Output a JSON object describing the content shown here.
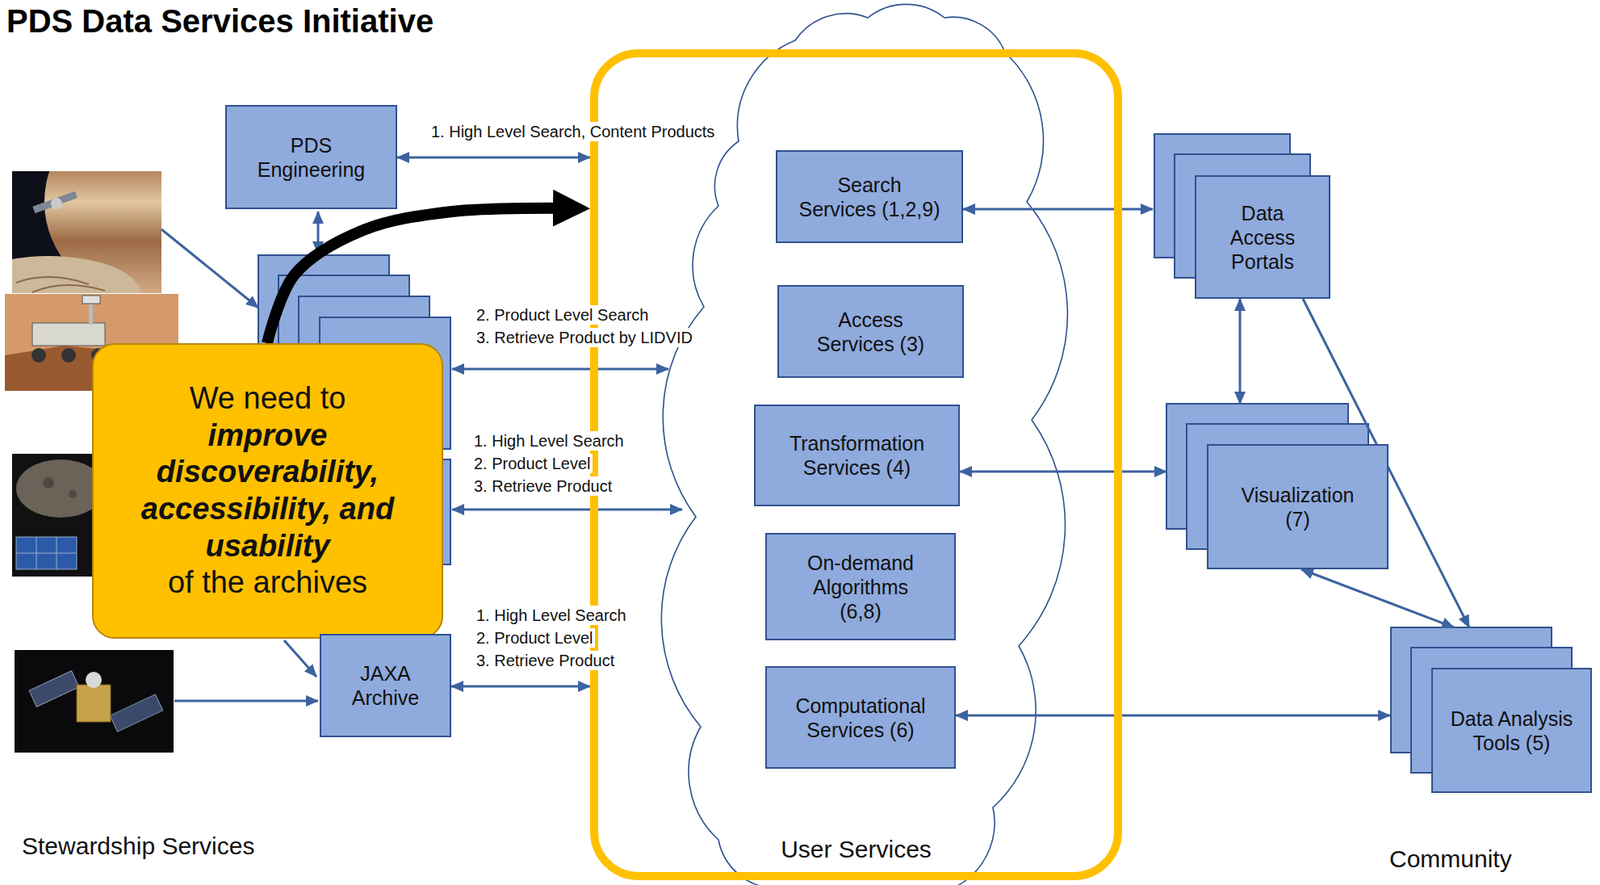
{
  "diagram": {
    "title": "PDS Data Services Initiative",
    "nodes": [
      {
        "text": [
          "PDS Engineering"
        ]
      },
      {
        "text": [
          "We need to",
          "improve discoverability, accessibility, and usability",
          "of the archives"
        ]
      },
      {
        "text": [
          "JAXA Archive"
        ]
      },
      {
        "text": [
          "User Services"
        ]
      },
      {
        "text": [
          "Search Services (1,2,9)"
        ],
        "in": 3
      },
      {
        "text": [
          "Access Services (3)"
        ],
        "in": 3
      },
      {
        "text": [
          "Transformation Services (4)"
        ],
        "in": 3
      },
      {
        "text": [
          "On-demand Algorithms (6,8)"
        ],
        "in": 3
      },
      {
        "text": [
          "Computational Services (6)"
        ],
        "in": 3
      },
      {
        "text": [
          "Data Access Portals"
        ]
      },
      {
        "text": [
          "Visualization (7)"
        ]
      },
      {
        "text": [
          "Data Analysis Tools (5)"
        ]
      }
    ],
    "edges": [
      {
        "from": 0,
        "to": 3,
        "arrow": "both",
        "label": "1. High Level Search, Content Products"
      },
      {
        "from": 1,
        "to": 3,
        "arrow": "to"
      },
      {
        "from": 2,
        "to": 3,
        "arrow": "both"
      },
      {
        "from": 4,
        "to": 9,
        "arrow": "both"
      },
      {
        "from": 6,
        "to": 10,
        "arrow": "both"
      },
      {
        "from": 8,
        "to": 11,
        "arrow": "both"
      },
      {
        "from": 9,
        "to": 10,
        "arrow": "both"
      },
      {
        "from": 10,
        "to": 11,
        "arrow": "both"
      },
      {
        "from": 9,
        "to": 11,
        "arrow": "to"
      }
    ],
    "labels": [
      "2. Product Level Search",
      "3. Retrieve Product by LIDVID",
      "1. High Level Search",
      "2. Product Level",
      "3. Retrieve Product",
      "1. High Level Search",
      "2. Product Level",
      "3. Retrieve Product",
      "Stewardship Services",
      "Community"
    ]
  }
}
